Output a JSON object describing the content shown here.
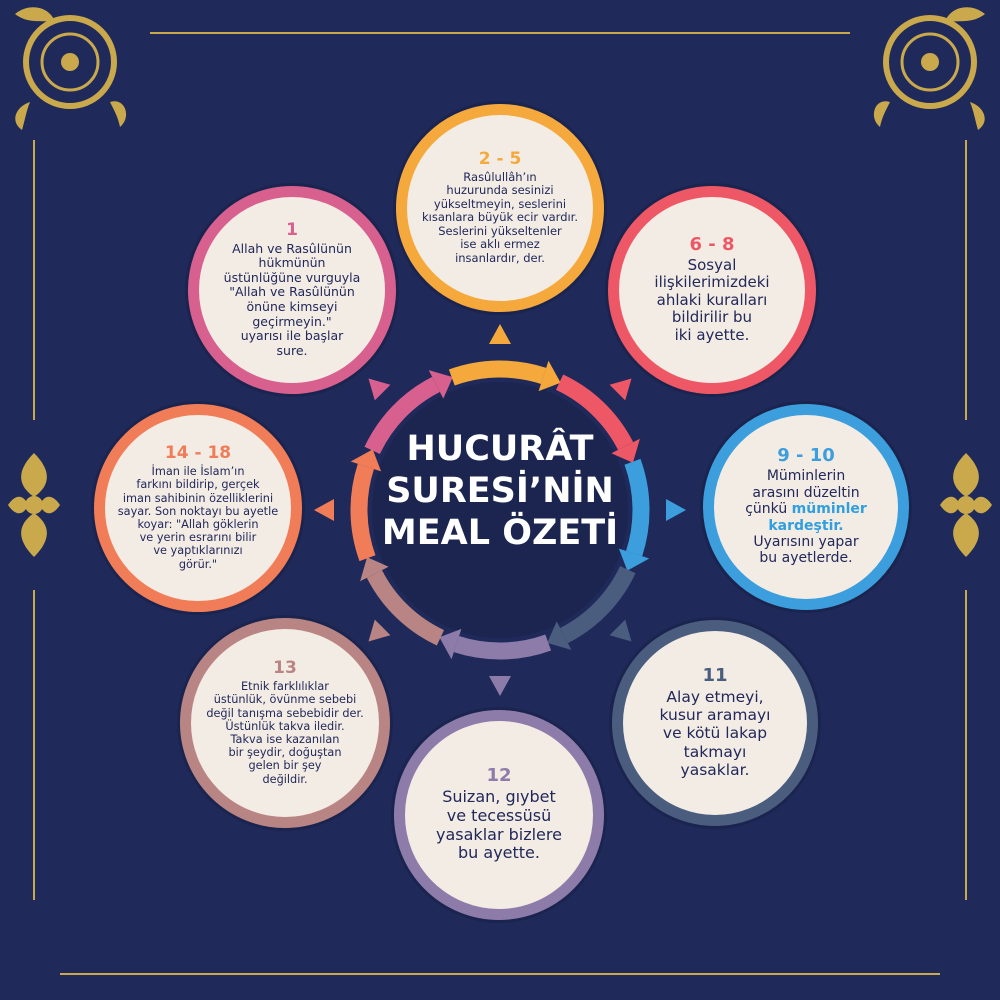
{
  "title": {
    "line1": "HUCURÂT",
    "line2": "SURESİ’NİN",
    "line3": "MEAL ÖZETİ"
  },
  "colors": {
    "background": "#1f2a5a",
    "gold": "#c9a94c",
    "node_fill": "#f3ece4",
    "text_dark": "#22285a",
    "highlight": "#2f9fdf"
  },
  "nodes": [
    {
      "id": "1",
      "number": "1",
      "color": "#d7608e",
      "text": "Allah ve Rasûlünün\nhükmünün\nüstünlüğüne vurguyla\n\"Allah ve Rasûlünün\nönüne kimseyi\ngeçirmeyin.\"\nuyarısı ile başlar\nsure."
    },
    {
      "id": "2-5",
      "number": "2 - 5",
      "color": "#f5a93c",
      "text": "Rasûlullâh’ın\nhuzurunda sesinizi\nyükseltmeyin, seslerini\nkısanlara büyük ecir vardır.\nSeslerini yükseltenler\nise aklı ermez\ninsanlardır, der."
    },
    {
      "id": "6-8",
      "number": "6 - 8",
      "color": "#ee5866",
      "text": "Sosyal\nilişkilerimizdeki\nahlaki kuralları\nbildirilir bu\niki ayette."
    },
    {
      "id": "9-10",
      "number": "9 - 10",
      "color": "#3c9edc",
      "text_before": "Müminlerin\narasını düzeltin\nçünkü ",
      "highlight": "müminler\nkardeştir.",
      "text_after": "\nUyarısını yapar\nbu ayetlerde."
    },
    {
      "id": "11",
      "number": "11",
      "color": "#4a5d7e",
      "text": "Alay etmeyi,\nkusur aramayı\nve kötü lakap\ntakmayı\nyasaklar."
    },
    {
      "id": "12",
      "number": "12",
      "color": "#8d7ca9",
      "text": "Suizan, gıybet\nve tecessüsü\nyasaklar bizlere\nbu ayette."
    },
    {
      "id": "13",
      "number": "13",
      "color": "#b98584",
      "text": "Etnik farklılıklar\nüstünlük, övünme sebebi\ndeğil tanışma sebebidir der.\nÜstünlük takva iledir.\nTakva ise kazanılan\nbir şeydir, doğuştan\ngelen bir şey\ndeğildir."
    },
    {
      "id": "14-18",
      "number": "14 - 18",
      "color": "#f07d58",
      "text": "İman ile İslam’ın\nfarkını bildirip, gerçek\niman sahibinin özelliklerini\nsayar. Son noktayı bu ayetle\nkoyar: \"Allah göklerin\nve yerin esrarını bilir\nve yaptıklarınızı\ngörür.\""
    }
  ]
}
